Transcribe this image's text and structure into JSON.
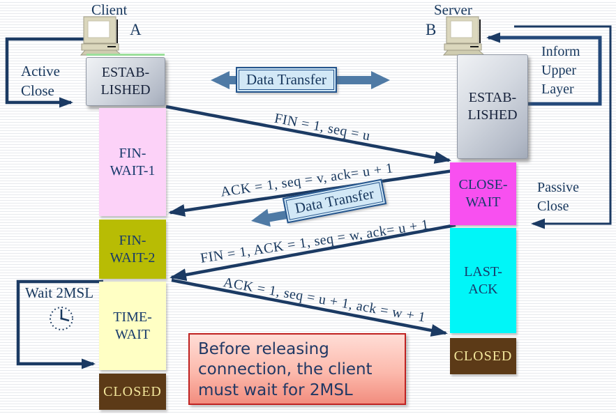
{
  "header": {
    "client_title": "Client",
    "server_title": "Server",
    "client_node": "A",
    "server_node": "B"
  },
  "client_states": {
    "established": {
      "l1": "ESTAB-",
      "l2": "LISHED"
    },
    "fin_wait_1": {
      "l1": "FIN-",
      "l2": "WAIT-1"
    },
    "fin_wait_2": {
      "l1": "FIN-",
      "l2": "WAIT-2"
    },
    "time_wait": {
      "l1": "TIME-",
      "l2": "WAIT"
    },
    "closed": {
      "l1": "CLOSED"
    }
  },
  "server_states": {
    "established": {
      "l1": "ESTAB-",
      "l2": "LISHED"
    },
    "close_wait": {
      "l1": "CLOSE-",
      "l2": "WAIT"
    },
    "last_ack": {
      "l1": "LAST-",
      "l2": "ACK"
    },
    "closed": {
      "l1": "CLOSED"
    }
  },
  "messages": {
    "fin": "FIN = 1, seq = u",
    "ack1": "ACK = 1, seq = v, ack= u + 1",
    "fin_ack": "FIN = 1, ACK = 1, seq = w, ack= u + 1",
    "ack2": "ACK = 1, seq = u + 1, ack = w + 1"
  },
  "data_transfer": {
    "label": "Data Transfer"
  },
  "annotations": {
    "active_close_1": "Active",
    "active_close_2": "Close",
    "passive_close_1": "Passive",
    "passive_close_2": "Close",
    "inform_1": "Inform",
    "inform_2": "Upper",
    "inform_3": "Layer",
    "wait_2msl": "Wait 2MSL",
    "note": "Before releasing connection, the client must wait for 2MSL"
  },
  "colors": {
    "navy_text": "#17375d",
    "arrow_navy": "#1b3a63",
    "steel_blue_arrow": "#4f7aa5",
    "established_gray": "#c6ccd6",
    "fin_wait_1_pink": "#fcd2f8",
    "fin_wait_2_olive": "#b8bc04",
    "time_wait_yellow": "#ffffc4",
    "close_wait_magenta": "#f850f0",
    "last_ack_cyan": "#00f6f8",
    "closed_brown": "#5c3a17",
    "closed_text": "#f3e79c",
    "note_bg_top": "#ffddd6",
    "note_bg_bottom": "#f28d7e",
    "note_border": "#bf2121",
    "dt_box_fill": "#d2e8f6",
    "green_accent": "#9bdf9b"
  }
}
